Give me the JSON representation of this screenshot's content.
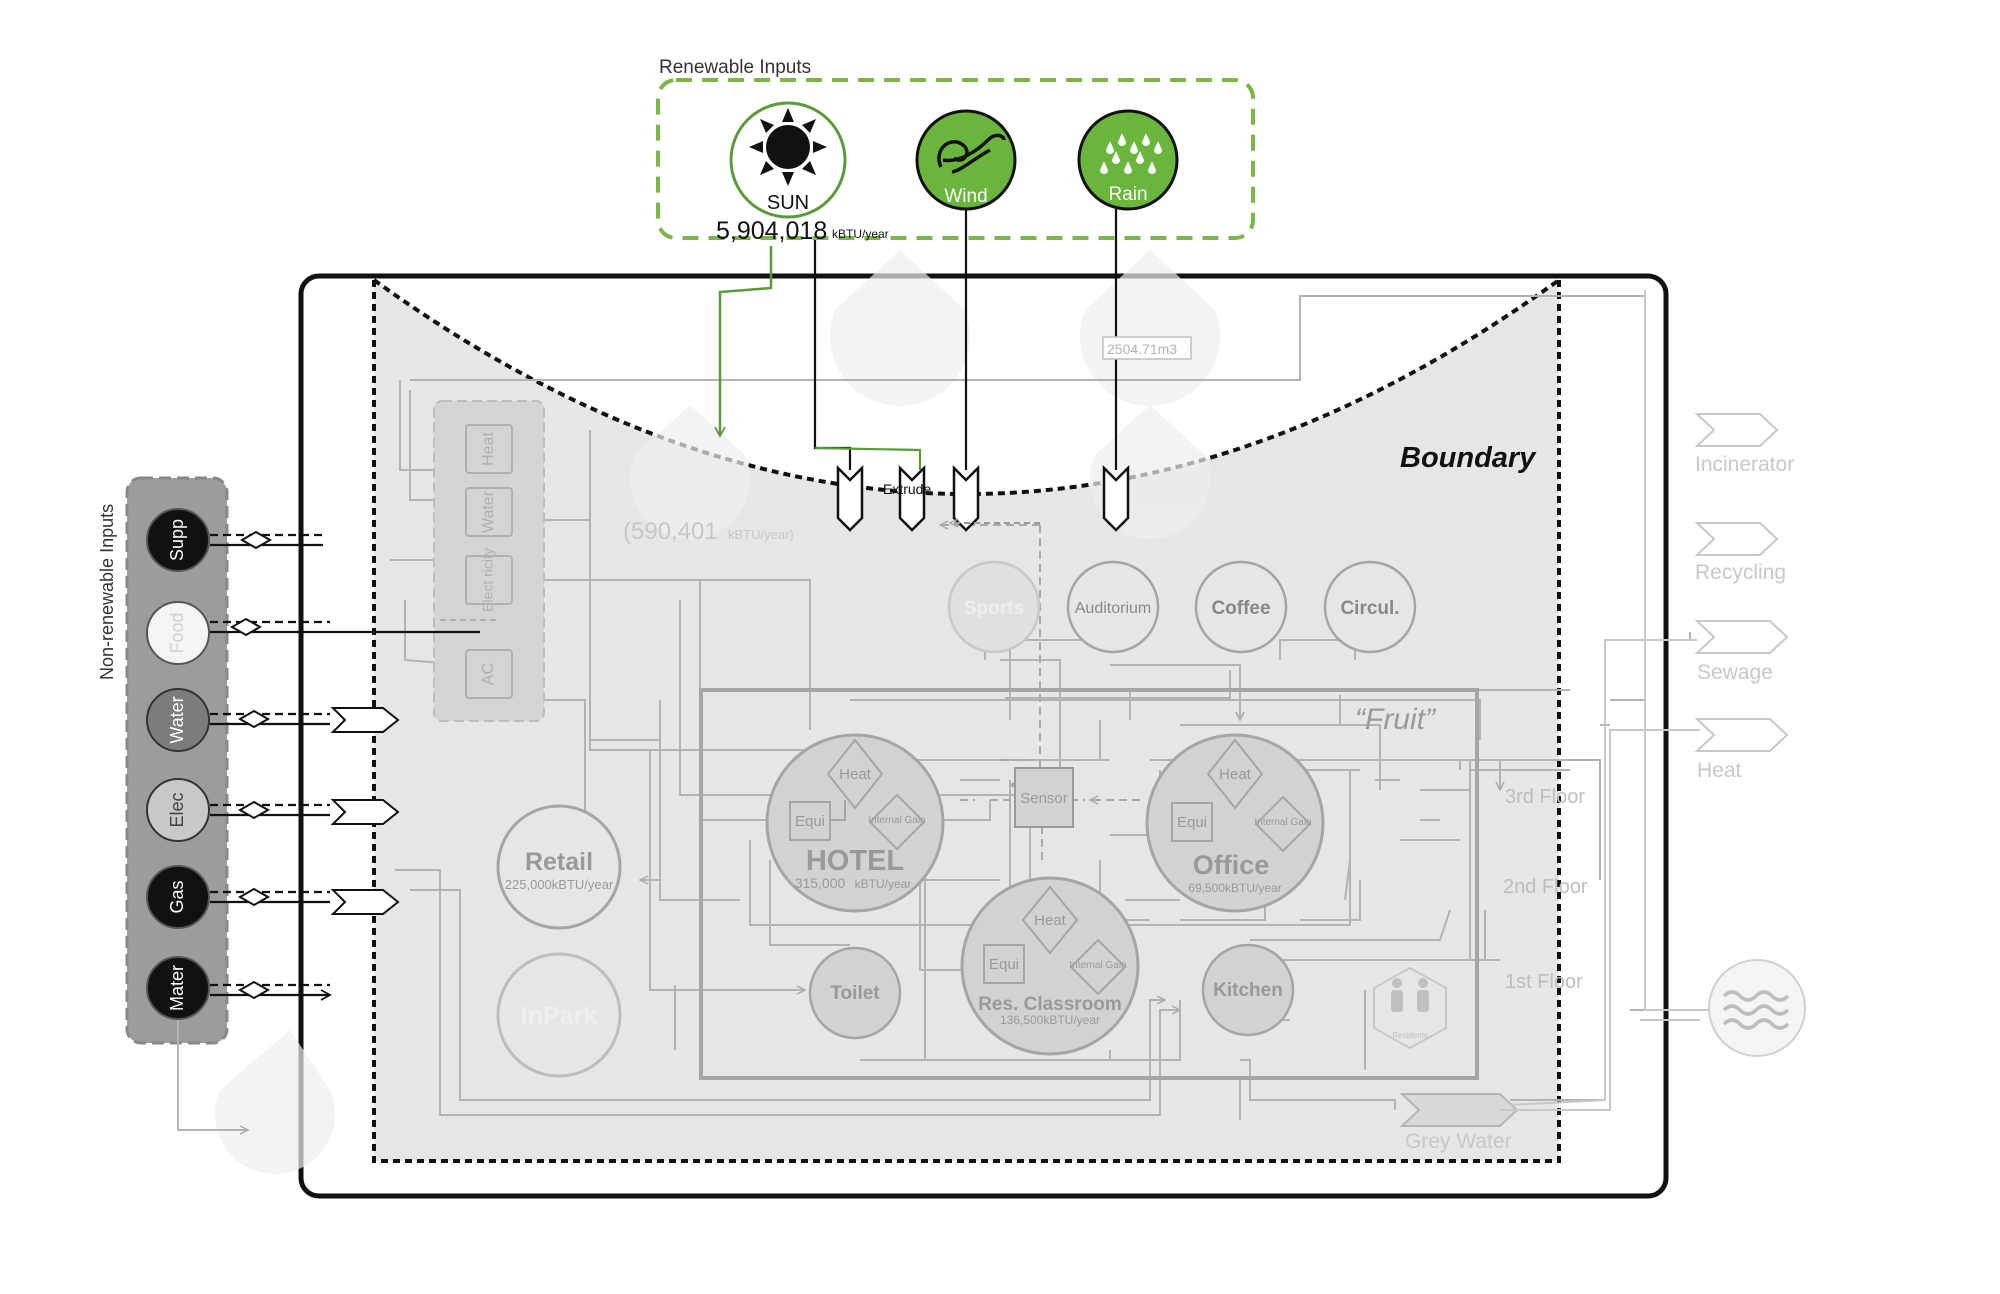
{
  "renewable": {
    "title": "Renewable Inputs",
    "sun": {
      "label": "SUN",
      "value": "5,904,018",
      "unit": "kBTU/year"
    },
    "wind": {
      "label": "Wind"
    },
    "rain": {
      "label": "Rain"
    }
  },
  "boundary": {
    "label": "Boundary",
    "extrude": "Extrude",
    "collected_value": "(590,401",
    "collected_unit": "kBTU/year)",
    "volume_note": "2504.71m3"
  },
  "nonrenewable": {
    "title": "Non-renewable Inputs",
    "items": [
      "Supp",
      "Food",
      "Water",
      "Elec",
      "Gas",
      "Mater"
    ]
  },
  "systems": {
    "items": [
      "Heat",
      "Water",
      "Elect ricity",
      "AC"
    ]
  },
  "amenities": {
    "items": [
      "Sports",
      "Auditorium",
      "Coffee",
      "Circul."
    ]
  },
  "fruit": {
    "label": "“Fruit”"
  },
  "hotel": {
    "label": "HOTEL",
    "value": "315,000",
    "unit": "kBTU/year",
    "heat": "Heat",
    "equi": "Equi",
    "gain": "Internal Gain"
  },
  "office": {
    "label": "Office",
    "value": "69,500kBTU/year",
    "heat": "Heat",
    "equi": "Equi",
    "gain": "Internal Gain"
  },
  "classroom": {
    "label": "Res. Classroom",
    "value": "136,500kBTU/year",
    "heat": "Heat",
    "equi": "Equi",
    "gain": "Internal Gain"
  },
  "sensor": {
    "label": "Sensor"
  },
  "retail": {
    "label": "Retail",
    "value": "225,000kBTU/year"
  },
  "inpark": {
    "label": "InPark"
  },
  "toilet": {
    "label": "Toilet"
  },
  "kitchen": {
    "label": "Kitchen"
  },
  "residents": {
    "label": "Residents"
  },
  "floors": {
    "third": "3rd Floor",
    "second": "2nd Floor",
    "first": "1st Floor"
  },
  "outputs": {
    "items": [
      "Incinerator",
      "Recycling",
      "Sewage",
      "Heat"
    ],
    "grey_water": "Grey Water"
  }
}
